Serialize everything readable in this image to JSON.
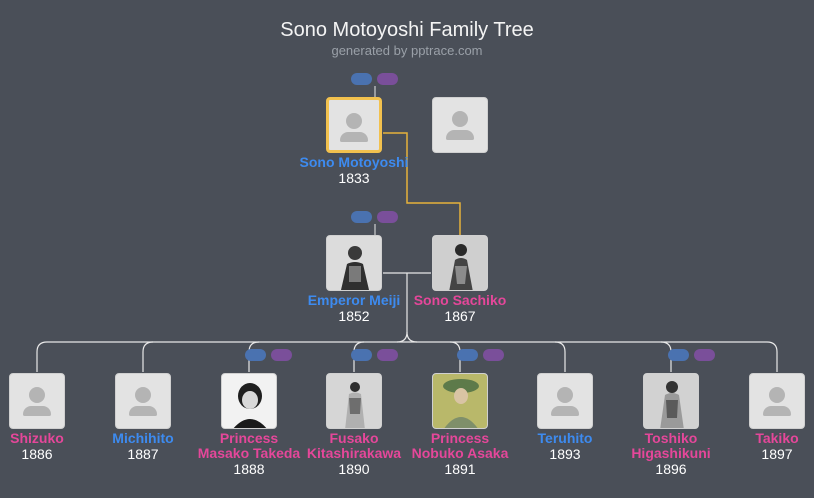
{
  "header": {
    "title": "Sono Motoyoshi Family Tree",
    "subtitle": "generated by pptrace.com"
  },
  "colors": {
    "background": "#4a4f58",
    "male": "#3d8bf0",
    "female": "#e5479a",
    "selected_border": "#f2c14e",
    "connector": "#e8e8e8",
    "highlight_connector": "#e6b23a",
    "button_blue": "#4a72b0",
    "button_purple": "#7a4f9a"
  },
  "people": {
    "sono_motoyoshi": {
      "name": "Sono Motoyoshi",
      "year": "1833",
      "gender": "male",
      "photo": "placeholder",
      "selected": true
    },
    "spouse_unknown": {
      "name": "",
      "year": "",
      "gender": "female",
      "photo": "placeholder"
    },
    "emperor_meiji": {
      "name": "Emperor Meiji",
      "year": "1852",
      "gender": "male",
      "photo": "portrait"
    },
    "sono_sachiko": {
      "name": "Sono Sachiko",
      "year": "1867",
      "gender": "female",
      "photo": "portrait"
    },
    "shizuko": {
      "name": "Shizuko",
      "year": "1886",
      "gender": "female",
      "photo": "placeholder"
    },
    "michihito": {
      "name": "Michihito",
      "year": "1887",
      "gender": "male",
      "photo": "placeholder"
    },
    "masako": {
      "name": "Princess Masako Takeda",
      "year": "1888",
      "gender": "female",
      "photo": "portrait"
    },
    "fusako": {
      "name": "Fusako Kitashirakawa",
      "year": "1890",
      "gender": "female",
      "photo": "portrait"
    },
    "nobuko": {
      "name": "Princess Nobuko Asaka",
      "year": "1891",
      "gender": "female",
      "photo": "portrait-color"
    },
    "teruhito": {
      "name": "Teruhito",
      "year": "1893",
      "gender": "male",
      "photo": "placeholder"
    },
    "toshiko": {
      "name": "Toshiko Higashikuni",
      "year": "1896",
      "gender": "female",
      "photo": "portrait"
    },
    "takiko": {
      "name": "Takiko",
      "year": "1897",
      "gender": "female",
      "photo": "placeholder"
    }
  }
}
